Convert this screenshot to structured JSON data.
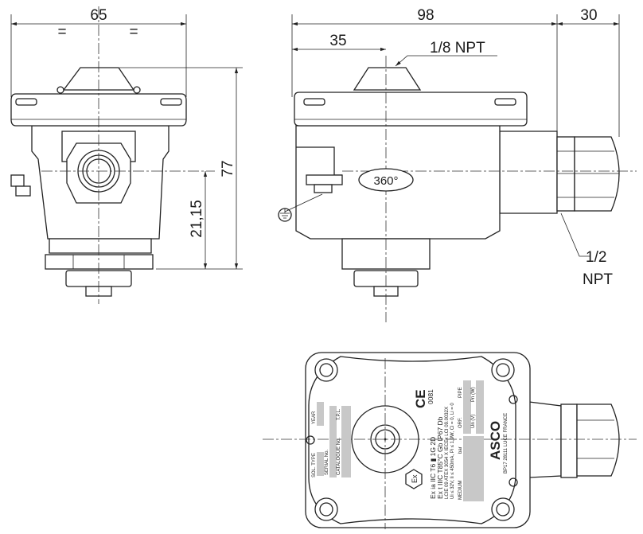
{
  "title": "Solenoid operator housing dimensional drawing",
  "front_view": {
    "width_dim": "65",
    "equal_left": "=",
    "equal_right": "=",
    "height_dim": "77",
    "port_height_dim": "21,15"
  },
  "side_view": {
    "length_dim": "98",
    "gland_dim": "30",
    "offset_dim": "35",
    "top_port": "1/8 NPT",
    "rotation": "360°",
    "cable_entry_line1": "1/2",
    "cable_entry_line2": "NPT"
  },
  "nameplate": {
    "year": "YEAR",
    "sol_type": "SOL. TYPE",
    "serial": "SERIAL No.",
    "catalogue": "CATALOGUE No.",
    "tpl": "T.P.L.",
    "ex_line1": "Ex  ia  IIC  T6  ▮ 1G  2D",
    "ex_line2": "Ex  t  IIIC  T85°C  Gb  IP67  Db",
    "cert_line": "LCIE 09  ATEX  3054  X   IECEx  LCI  09.0032X",
    "params_line": "Ui ≤ 32V,  Ii ≤ 450mA,  Pi ≤ 1,9W,  Ci = 0,  Li = 0",
    "ce_mark": "CE",
    "notified_body": "0081",
    "ex_mark": "Ex",
    "medium": "MEDIUM",
    "bar": "bar",
    "orf": "ORF.",
    "pipe": "PIPE",
    "un": "Un (V)",
    "pn": "Pn (W)",
    "brand": "ASCO",
    "address": "BP17 28111 LUCE FRANCE"
  }
}
